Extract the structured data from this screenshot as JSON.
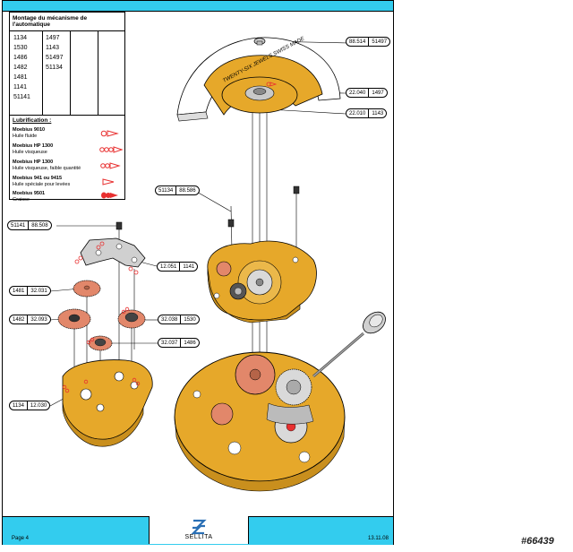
{
  "panel": {
    "title": "Montage du mécanisme de l'automatique",
    "col1": [
      "1134",
      "1530",
      "1486",
      "1482",
      "1481",
      "1141",
      "51141"
    ],
    "col2": [
      "1497",
      "1143",
      "51497",
      "51134"
    ]
  },
  "lubrication": {
    "title": "Lubrification :",
    "items": [
      {
        "name": "Moebius 9010",
        "desc": "Huile fluide"
      },
      {
        "name": "Moebius HP 1300",
        "desc": "Huile visqueuse"
      },
      {
        "name": "Moebius HP 1300",
        "desc": "Huile visqueuse, faible quantité"
      },
      {
        "name": "Moebius 941 ou 9415",
        "desc": "Huile spéciale pour levées"
      },
      {
        "name": "Moebius 9501",
        "desc": "Graisse"
      }
    ]
  },
  "callouts": {
    "c1": {
      "a": "88.514",
      "b": "51497"
    },
    "c2": {
      "a": "22.040",
      "b": "1497"
    },
    "c3": {
      "a": "22.010",
      "b": "1143"
    },
    "c4": {
      "a": "51134",
      "b": "88.586"
    },
    "c5": {
      "a": "51141",
      "b": "88.508"
    },
    "c6": {
      "a": "12.051",
      "b": "1141"
    },
    "c7": {
      "a": "1481",
      "b": "32.031"
    },
    "c8": {
      "a": "1482",
      "b": "32.093"
    },
    "c9": {
      "a": "32.038",
      "b": "1530"
    },
    "c10": {
      "a": "32.037",
      "b": "1486"
    },
    "c11": {
      "a": "1134",
      "b": "12.030"
    }
  },
  "footer": {
    "page": "Page 4",
    "brand": "SELLITA",
    "date": "13.11.08"
  },
  "rotor_text": "TWENTY-SIX JEWELS SWISS MADE",
  "watermark": "#66439",
  "colors": {
    "band": "#33ccee",
    "brass": "#e6a82a",
    "copper": "#e2876a",
    "oil_red": "#e83030"
  }
}
